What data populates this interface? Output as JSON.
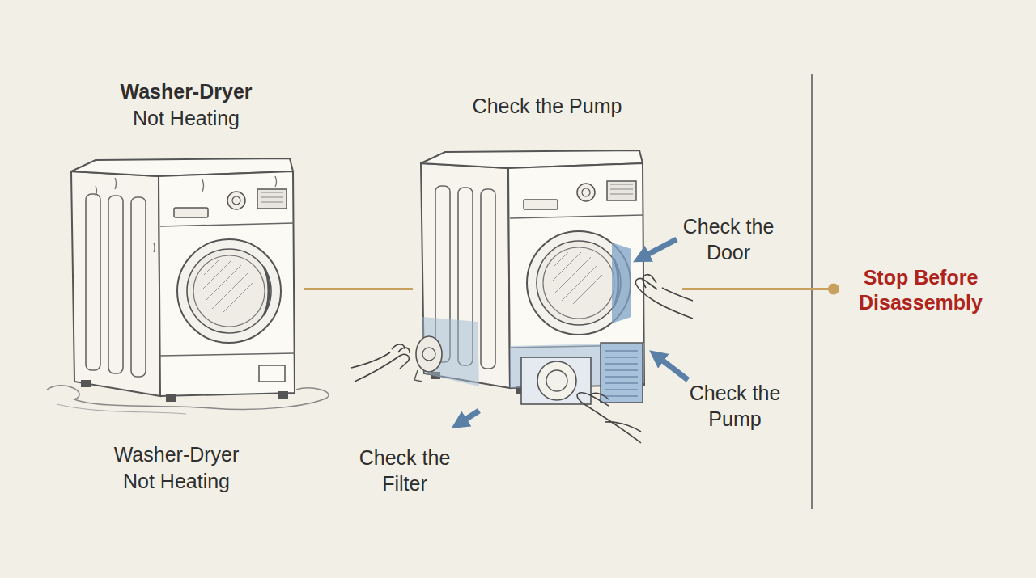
{
  "diagram": {
    "nodes": [
      {
        "text": [
          "Washer-Dryer Not Heating",
          "Washer-Dryer Not Heating"
        ]
      },
      {
        "text": [
          "Check the Pump"
        ]
      },
      {
        "text": [
          "Stop Before Disassembly"
        ]
      }
    ],
    "edges": [
      {
        "from": 0,
        "to": 1,
        "arrow": "none"
      },
      {
        "from": 1,
        "to": 2,
        "arrow": "none"
      }
    ],
    "labels": [
      "Check the Door",
      "Check the Pump",
      "Check the Filter"
    ]
  }
}
